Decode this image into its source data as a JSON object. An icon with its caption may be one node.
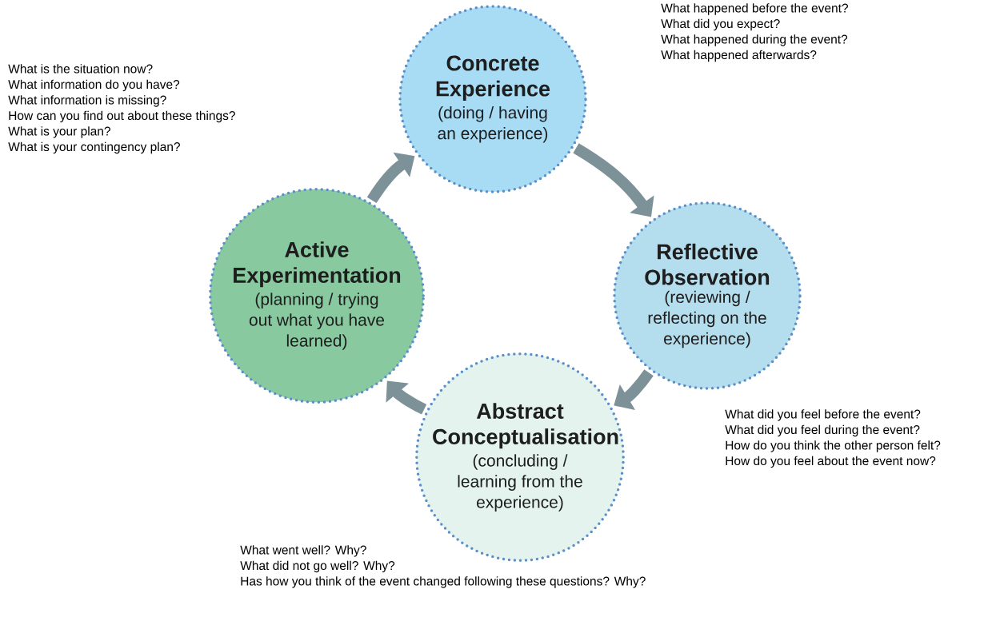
{
  "diagram": {
    "nodes": [
      {
        "text": [
          "Concrete Experience",
          "(doing / having an experience)"
        ],
        "beside": [
          "What happened before the event?",
          "What did you expect?",
          "What happened during the event?",
          "What happened afterwards?"
        ]
      },
      {
        "text": [
          "Reflective Observation",
          "(reviewing / reflecting on the experience)"
        ],
        "beside": [
          "What did you feel before the event?",
          "What did you feel during the event?",
          "How do you think the other person felt?",
          "How do you feel about the event now?"
        ]
      },
      {
        "text": [
          "Abstract Conceptualisation",
          "(concluding / learning from the experience)"
        ],
        "beside": [
          "What went well? Why?",
          "What did not go well? Why?",
          "Has how you think of the event changed following these questions? Why?"
        ]
      },
      {
        "text": [
          "Active Experimentation",
          "(planning / trying out what you have learned)"
        ],
        "beside": [
          "What is the situation now?",
          "What information do you have?",
          "What information is missing?",
          "How can you find out about these things?",
          "What is your plan?",
          "What is your contingency plan?"
        ]
      }
    ],
    "edges": [
      {
        "from": 0,
        "to": 1,
        "arrow": "to"
      },
      {
        "from": 1,
        "to": 2,
        "arrow": "to"
      },
      {
        "from": 2,
        "to": 3,
        "arrow": "to"
      },
      {
        "from": 3,
        "to": 0,
        "arrow": "to"
      }
    ]
  }
}
